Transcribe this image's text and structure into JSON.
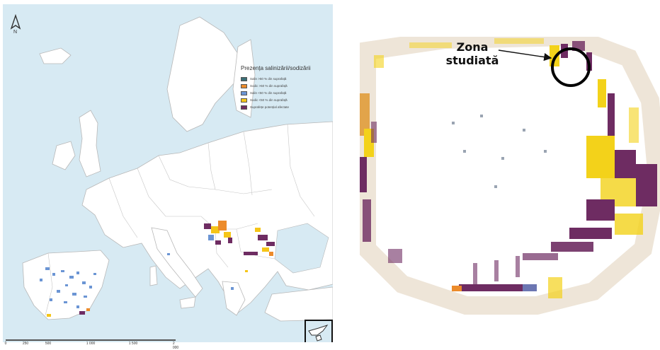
{
  "left_map": {
    "north_arrow": "north-arrow-icon",
    "legend": {
      "title": "Prezența salinizării/sodizării",
      "items": [
        {
          "label": "Salin >50 % din suprafață",
          "color": "#3b6f76"
        },
        {
          "label": "Sodic >50 % din suprafață",
          "color": "#ec8b2b"
        },
        {
          "label": "Salin <50 % din suprafață",
          "color": "#6b95d4"
        },
        {
          "label": "Sodic <50 % din suprafață",
          "color": "#f5c518"
        },
        {
          "label": "Suprafețe potențial afectate",
          "color": "#6e2c62"
        }
      ]
    },
    "scale": [
      "0",
      "250",
      "500",
      "1 000",
      "1 500",
      "2 000"
    ],
    "colors": {
      "sea": "#d7eaf3",
      "land": "#ffffff",
      "border": "#b8b8b8"
    }
  },
  "right_map": {
    "annotation": "Zona studiată",
    "colors": {
      "yellow": "#f3d21a",
      "purple": "#6e2c62",
      "orange": "#e2a44a"
    }
  }
}
